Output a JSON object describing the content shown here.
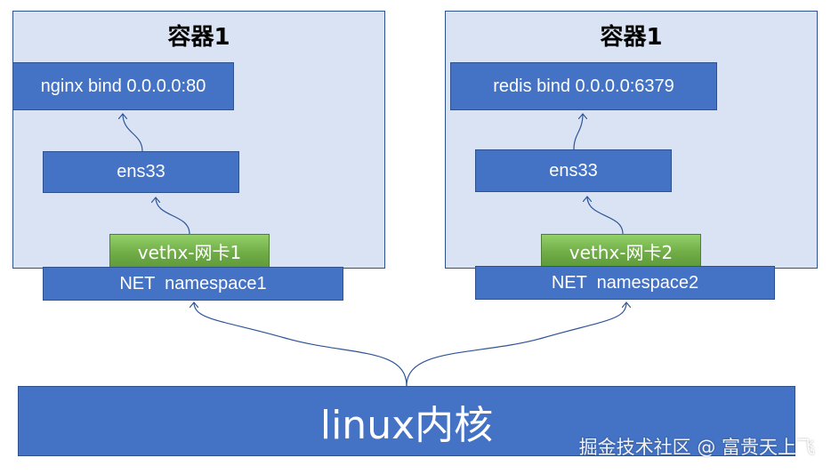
{
  "containers": [
    {
      "title": "容器1",
      "app": "nginx bind 0.0.0.0:80",
      "iface": "ens33",
      "veth": "vethx-网卡1",
      "netns": "NET  namespace1"
    },
    {
      "title": "容器1",
      "app": "redis bind 0.0.0.0:6379",
      "iface": "ens33",
      "veth": "vethx-网卡2",
      "netns": "NET  namespace2"
    }
  ],
  "kernel": {
    "label": "linux内核"
  },
  "watermark": "掘金技术社区 @ 富贵天上飞",
  "colors": {
    "container_bg": "#dae3f3",
    "box_blue": "#4472c4",
    "box_green": "#70ad47",
    "arrow": "#2f5597"
  }
}
